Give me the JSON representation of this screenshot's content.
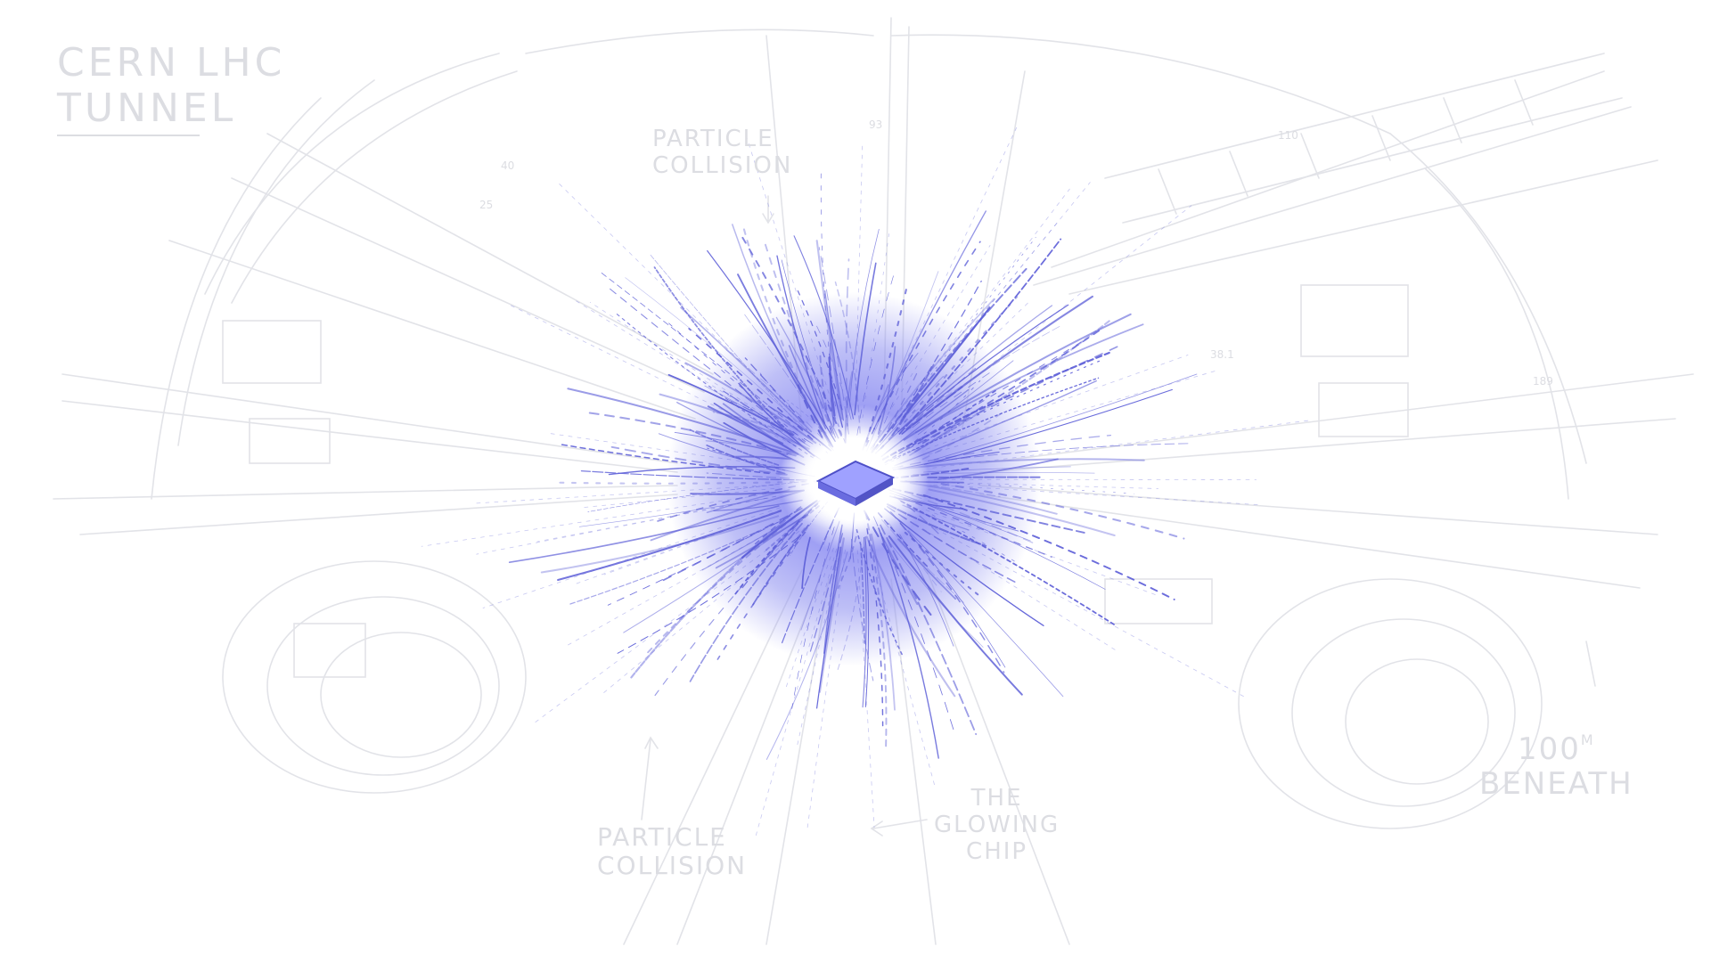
{
  "labels": {
    "title_line1": "CERN LHC",
    "title_line2": "TUNNEL",
    "collision_top_line1": "PARTICLE",
    "collision_top_line2": "COLLISION",
    "collision_bottom_line1": "PARTICLE",
    "collision_bottom_line2": "COLLISION",
    "chip_line1": "THE",
    "chip_line2": "GLOWING",
    "chip_line3": "CHIP",
    "depth_value": "100",
    "depth_unit": "m",
    "depth_line2": "BENEATH"
  },
  "sketch_numbers": [
    "93",
    "110",
    "25",
    "40",
    "38.1",
    "189"
  ],
  "colors": {
    "background": "#ffffff",
    "sketch_line": "#dcdde2",
    "glow": "#7b7cf0",
    "glow_core": "#ffffff",
    "chip": "#6a6ce0",
    "chip_top": "#9fa1ff"
  }
}
